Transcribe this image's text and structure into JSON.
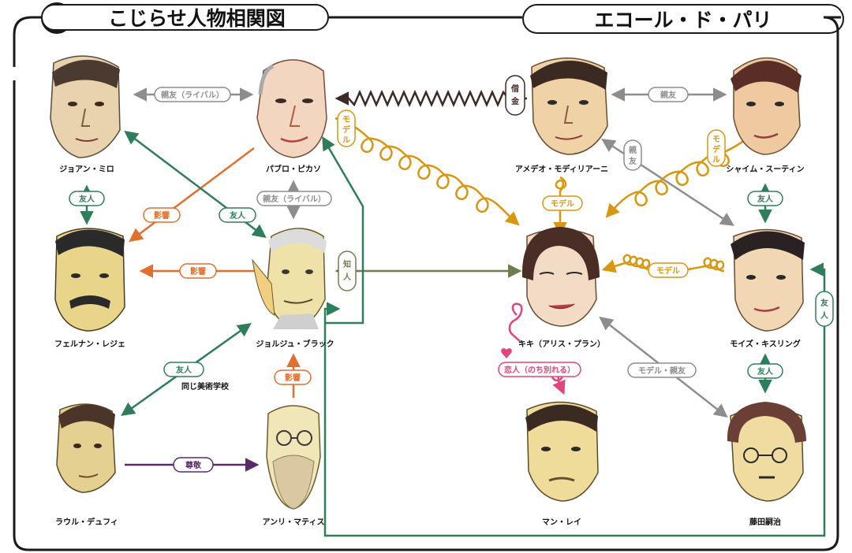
{
  "titles": {
    "left": "こじらせ人物相関図",
    "right": "エコール・ド・パリ"
  },
  "people": {
    "miro": "ジョアン・ミロ",
    "picasso": "パブロ・ピカソ",
    "leger": "フェルナン・レジェ",
    "braque": "ジョルジュ・ブラック",
    "dufy": "ラウル・デュフィ",
    "matisse": "アンリ・マティス",
    "modigliani": "アメデオ・モディリアーニ",
    "soutine": "シャイム・スーティン",
    "kiki": "キキ（アリス・プラン）",
    "kisling": "モイズ・キスリング",
    "manray": "マン・レイ",
    "fujita": "藤田嗣治"
  },
  "relations": {
    "miro_picasso": "親友（ライバル）",
    "picasso_braque": "親友（ライバル）",
    "miro_leger": "友人",
    "picasso_leger": "影響",
    "miro_braque": "友人",
    "braque_leger": "影響",
    "braque_dufy": "友人",
    "same_school": "同じ美術学校",
    "matisse_braque": "影響",
    "dufy_matisse": "尊敬",
    "modigliani_picasso_1": "借",
    "modigliani_picasso_2": "金",
    "picasso_kiki_1": "モ",
    "picasso_kiki_2": "デ",
    "picasso_kiki_3": "ル",
    "braque_kiki_1": "知",
    "braque_kiki_2": "人",
    "modigliani_soutine": "親友",
    "modigliani_kiki": "モデル",
    "modigliani_kisling_1": "親",
    "modigliani_kisling_2": "友",
    "soutine_kiki_1": "モ",
    "soutine_kiki_2": "デ",
    "soutine_kiki_3": "ル",
    "soutine_kisling": "友人",
    "kisling_kiki": "モデル",
    "kiki_manray": "恋人（のち別れる）",
    "kiki_fujita": "モデル・親友",
    "kisling_fujita": "友人",
    "fujita_picasso_1": "友",
    "fujita_picasso_2": "人"
  },
  "colors": {
    "gray": "#8f8c8c",
    "green": "#2e7d5b",
    "orange": "#e26f2d",
    "gold": "#d9960f",
    "purple": "#5a2a6a",
    "olive": "#6f7d4e",
    "pink": "#e0467c",
    "dark": "#3d2a26"
  }
}
